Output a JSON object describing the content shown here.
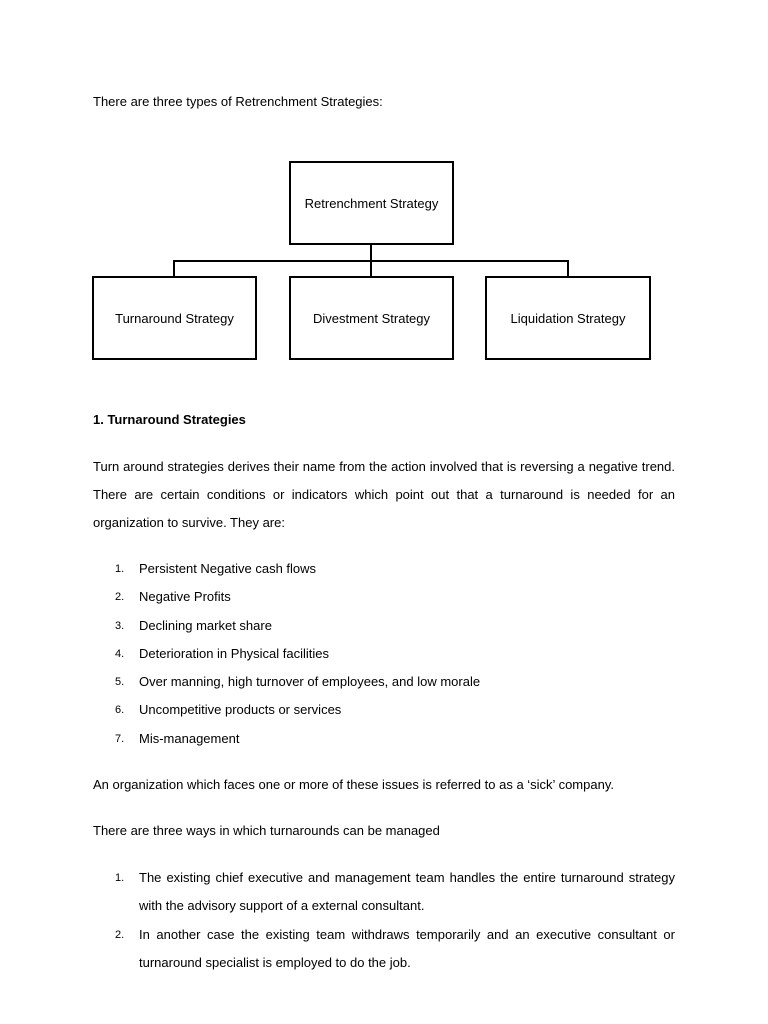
{
  "intro": "There are three types of Retrenchment Strategies:",
  "diagram": {
    "root": "Retrenchment Strategy",
    "children": [
      "Turnaround Strategy",
      "Divestment Strategy",
      "Liquidation Strategy"
    ]
  },
  "section": {
    "heading": "1. Turnaround Strategies",
    "paragraph1": "Turn around strategies derives their name from the action involved that is reversing a negative trend. There are certain conditions or indicators which point out that a turnaround is needed for an organization to survive. They are:",
    "conditions": [
      {
        "num": "1.",
        "text": "Persistent Negative cash flows"
      },
      {
        "num": "2.",
        "text": "Negative Profits"
      },
      {
        "num": "3.",
        "text": "Declining market share"
      },
      {
        "num": "4.",
        "text": "Deterioration in Physical facilities"
      },
      {
        "num": "5.",
        "text": "Over manning, high turnover of employees, and low morale"
      },
      {
        "num": "6.",
        "text": "Uncompetitive products or services"
      },
      {
        "num": "7.",
        "text": "Mis-management"
      }
    ],
    "paragraph2": "An organization which faces one or more of these issues is referred to as a ‘sick’ company.",
    "paragraph3": "There are three ways in which turnarounds can be managed",
    "ways": [
      {
        "num": "1.",
        "text": "The existing chief executive and management team handles the entire turnaround strategy with the advisory support of a external consultant."
      },
      {
        "num": "2.",
        "text": "In another case the existing team withdraws temporarily and an executive consultant or turnaround specialist is employed to do the job."
      }
    ]
  }
}
